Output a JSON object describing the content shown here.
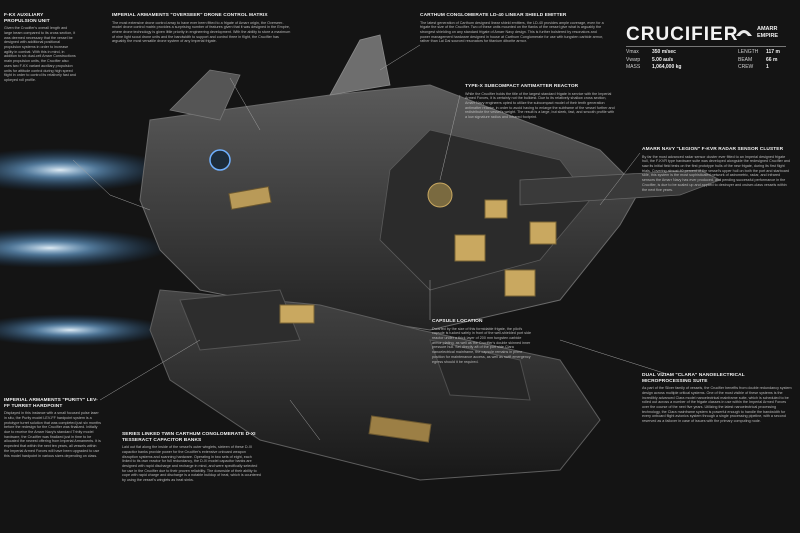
{
  "header": {
    "title": "CRUCIFIER",
    "faction_line1": "AMARR",
    "faction_line2": "EMPIRE"
  },
  "stats_left": [
    {
      "label": "Vmax",
      "value": "350 m/sec"
    },
    {
      "label": "Vwarp",
      "value": "5.00 au/s"
    },
    {
      "label": "MASS",
      "value": "1,064,000 kg"
    }
  ],
  "stats_right": [
    {
      "label": "LENGTH",
      "value": "117 m"
    },
    {
      "label": "BEAM",
      "value": "66 m"
    },
    {
      "label": "CREW",
      "value": "1"
    }
  ],
  "annotations": {
    "propulsion": {
      "title": "F-KX AUXILIARY PROPULSION UNIT",
      "body": "Given the Crucifier's overall length and large beam compared to its cross section, it was deemed necessary that the vessel be designed with additional positional propulsion systems in order to increase agility in combat. With this in mind, in addition to six dual-cell Amarr Constructions main propulsion units, the Crucifier also uses two F-KX variant auxiliary propulsion units for attitude control during high speed flight in order to control its relatively fast and upkeyed roll profile."
    },
    "drone": {
      "title": "IMPERIAL ARMAMENTS \"OVERSEER\" DRONE CONTROL MATRIX",
      "body": "The most extensive drone control array to have ever been fitted to a frigate of Amarr origin, the Overseer-model drone control matrix provides a surprising number of features given that it was designed in the Empire, where drone technology is given little priority in engineering development. With the ability to store a maximum of nine light scout drone units and the bandwidth to support and control three in flight, the Crucifier has arguably the most versatile drone system of any Imperial frigate."
    },
    "shield": {
      "title": "CARTHUM CONGLOMERATE LD-40 LINEAR SHIELD EMITTER",
      "body": "The latest generation of Carthum designed linear shield emitters, the LD-40 provides ample coverage, even for a frigate the size of the Crucifier. Two of these units mounted on the flanks of the vessel give what is arguably the strongest shielding on any standard frigate of Amarr Navy design. This is further bolstered by resonators and power management hardware designed in house at Carthum Conglomerate for use with tungsten carbide armor, rather than Lai Dai sourced resonators for titanium diborite armor."
    },
    "reactor": {
      "title": "TYPE-X SUBCOMPACT ANTIMATTER REACTOR",
      "body": "While the Crucifier holds the title of the largest standard frigate in service with the Imperial Armed Forces, it is certainly not the bulkiest. Due to its relatively shallow cross section, Amarr Navy engineers opted to utilize the subcompact model of their tenth generation antimatter reactor, in order to avoid having to enlarge the subframe of the vessel further and redistribute the vessel's weight. The result is a large, but sleek, fast, and smooth profile with a low signature radius and infrared footprint."
    },
    "radar": {
      "title": "AMARR NAVY \"LEGION\" F-KVR RADAR SENSOR CLUSTER",
      "body": "By far the most advanced radar sensor cluster ever fitted to an Imperial designed frigate hull, the F-KVR type hardware suite was developed alongside the redesigned Crucifier and saw its initial field tests on the first prototype hulls of the new frigate, during its first flight trials. Covering almost 40 percent of the vessel's upper hull on both the port and starboard side, this system is the most sophisticated network of astrometric, radar, and infrared sensors the Amarr Navy has ever produced, and pending successful performance in the Crucifier, is due to be scaled up and applied to destroyer and cruiser-class vessels within the next five years."
    },
    "capsule": {
      "title": "CAPSULE LOCATION",
      "body": "Dwarfed by the size of this formidable frigate, the pilot's capsule is tucked safely in front of the well-shielded port side reactor under a thick layer of 200 mm tungsten carbide armor plating, as well as the Crucifier's double skinned inner pressure hull. Set directly aft of the port side Clara nanoelectrical mainframe, the capsule remains in prime position for maintenance access, as well as swift emergency egress should it be required."
    },
    "clara": {
      "title": "DUAL VIZIAM \"CLARA\" NANOELECTRICAL MICROPROCESSING SUITE",
      "body": "As part of the Silver family of vessels, the Crucifier benefits from double redundancy system design across multiple critical systems. One of the most visible of these systems is the incredibly advanced Clara model nanoelectrical mainframe suite, which is scheduled to be rolled out across a number of the frigate classes in use within the Imperial Armed Forces over the course of the next five years. Utilizing the latest nanoelectrical processing technology, the Clara mainframe system is powerful enough to handle the bandwidth for every onboard flight avionics system through a single processing pipeline, with a second reserved as a failover in case of issues with the primary computing node."
    },
    "turret": {
      "title": "IMPERIAL ARMAMENTS \"PURITY\" LEV-FF TURRET HARDPOINT",
      "body": "Displayed in this instance with a small focused pulse laser in situ, the Purity model LEV-FF hardpoint system is a prototype turret solution that was completed just six months before the redesign for the Crucifier was finalized. Initially due to receive the Amarr Navy's standard Trinity model hardware, the Crucifier was finalized just in time to be allocated the newest offering from Imperial Armaments. It is expected that within the next ten years, all vessels within the Imperial Armed Forces will have been upgraded to use this model hardpoint in various sizes depending on class."
    },
    "capacitor": {
      "title": "SERIES LINKED TWIN CARTHUM CONGLOMERATE D-XI TESSERACT CAPACITOR BANKS",
      "body": "Laid out flat along the inside of the vessel's outer winglets, sixteen of these D-XI capacitor banks provide power for the Crucifier's extensive onboard weapon disruption systems and scanning hardware. Operating in two sets of eight, each linked to its own reactor for full redundancy, the D-XI model capacitor banks are designed with rapid discharge and recharge in mind, and were specifically selected for use in the Crucifier due to their proven reliability. The downside of their ability to cope with rapid charge and discharge is a notable buildup of heat, which is countered by using the vessel's winglets as heat sinks."
    }
  }
}
